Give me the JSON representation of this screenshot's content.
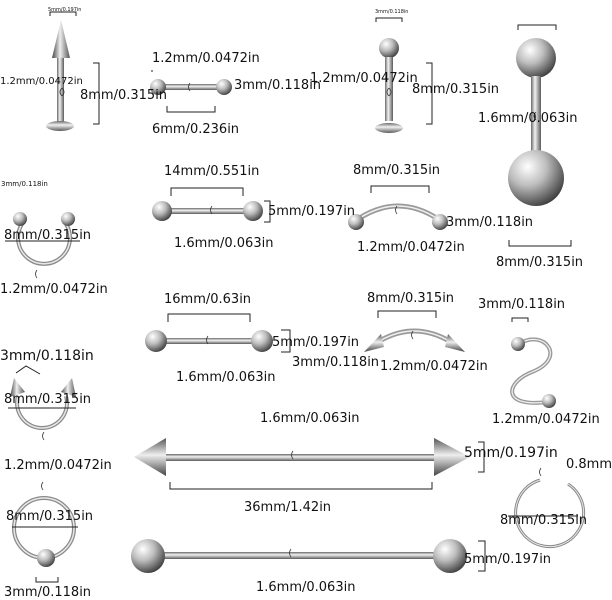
{
  "colors": {
    "metal_light": "#f4f4f4",
    "metal_mid": "#a6a6a6",
    "metal_dark": "#4a4a4a",
    "dim_line": "#222222",
    "text": "#111111"
  },
  "items": [
    {
      "id": "labret-spike",
      "labels": [
        "5mm/0.197in",
        "1.2mm/0.0472in",
        "8mm/0.315in"
      ]
    },
    {
      "id": "short-barbell",
      "labels": [
        "1.2mm/0.0472in",
        "3mm/0.118in",
        "6mm/0.236in"
      ]
    },
    {
      "id": "labret-ball",
      "labels": [
        "3mm/0.118in",
        "1.2mm/0.0472in",
        "8mm/0.315in"
      ]
    },
    {
      "id": "belly-ring",
      "labels": [
        "1.6mm/0.063in",
        "8mm/0.315in"
      ]
    },
    {
      "id": "horseshoe-ball",
      "labels": [
        "3mm/0.118in",
        "8mm/0.315in",
        "1.2mm/0.0472in"
      ]
    },
    {
      "id": "straight-barbell-14",
      "labels": [
        "14mm/0.551in",
        "5mm/0.197in",
        "1.6mm/0.063in"
      ]
    },
    {
      "id": "curved-barbell-ball",
      "labels": [
        "8mm/0.315in",
        "3mm/0.118in",
        "1.2mm/0.0472in"
      ]
    },
    {
      "id": "straight-barbell-16",
      "labels": [
        "16mm/0.63in",
        "5mm/0.197in",
        "1.6mm/0.063in"
      ]
    },
    {
      "id": "curved-barbell-spike",
      "labels": [
        "8mm/0.315in",
        "3mm/0.118in",
        "1.2mm/0.0472in"
      ]
    },
    {
      "id": "s-twist",
      "labels": [
        "3mm/0.118in",
        "1.2mm/0.0472in"
      ]
    },
    {
      "id": "horseshoe-spike",
      "labels": [
        "3mm/0.118in",
        "8mm/0.315in",
        "1.2mm/0.0472in"
      ]
    },
    {
      "id": "industrial-spike",
      "labels": [
        "1.6mm/0.063in",
        "5mm/0.197in",
        "36mm/1.42in"
      ]
    },
    {
      "id": "captive-bead-ring",
      "labels": [
        "8mm/0.315in",
        "3mm/0.118in"
      ]
    },
    {
      "id": "seamless-ring",
      "labels": [
        "0.8mm",
        "8mm/0.315in"
      ]
    },
    {
      "id": "industrial-ball",
      "labels": [
        "5mm/0.197in",
        "1.6mm/0.063in"
      ]
    }
  ]
}
